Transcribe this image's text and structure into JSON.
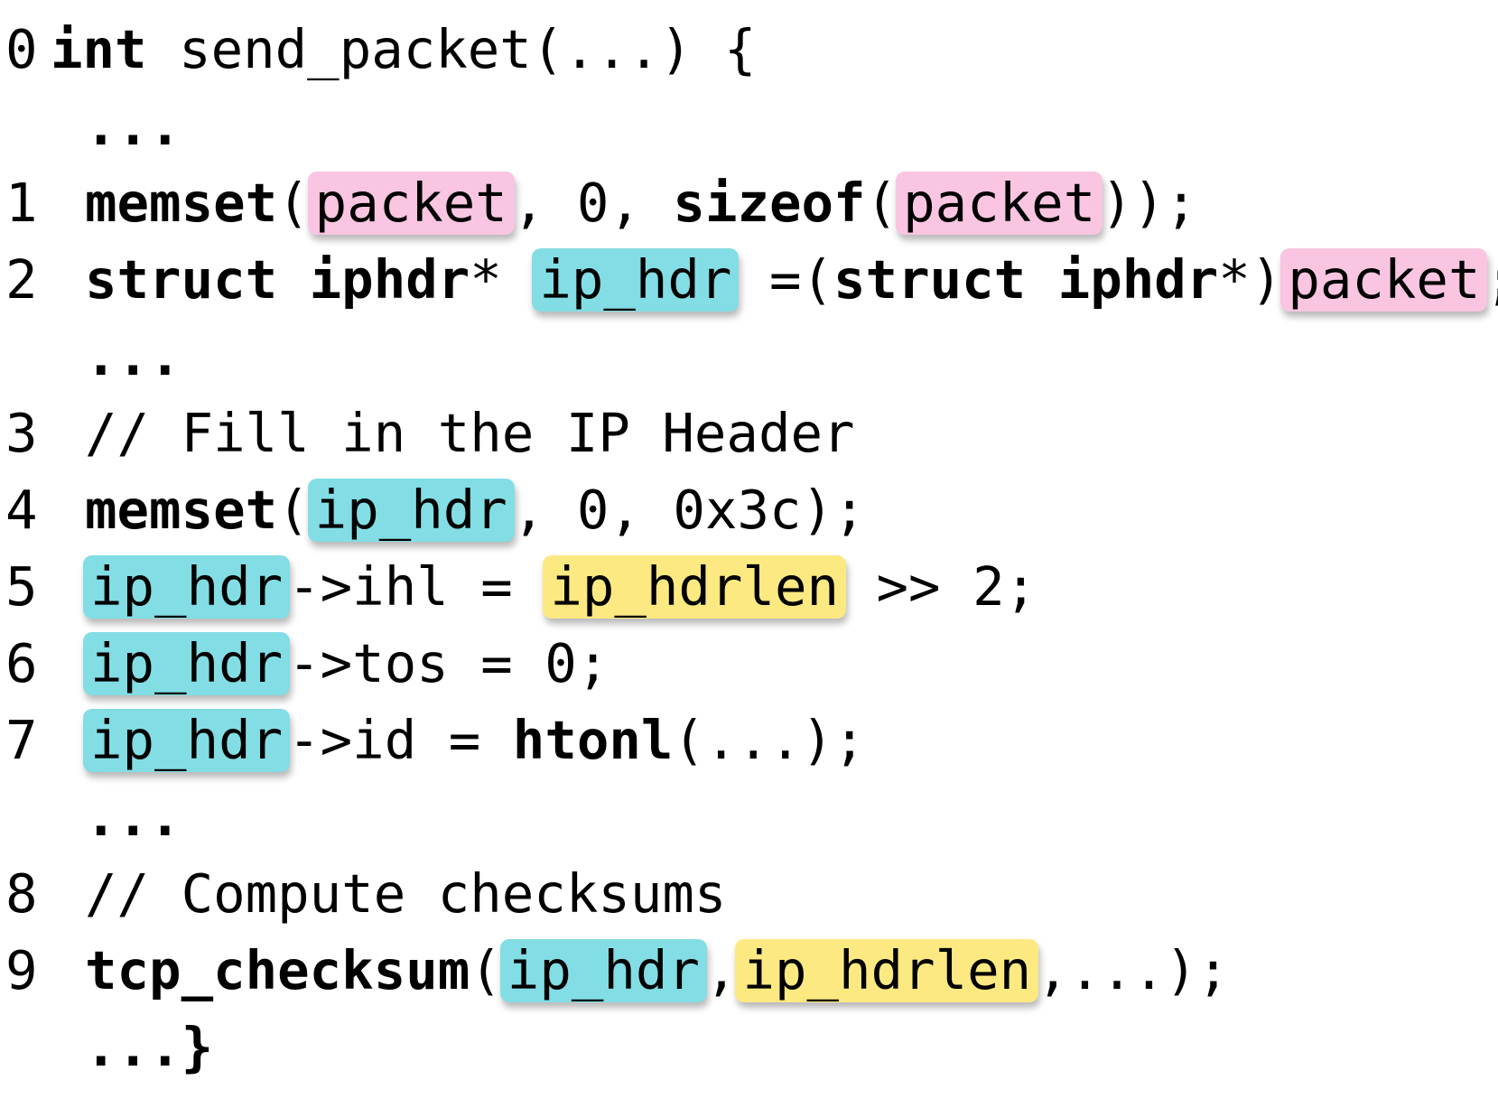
{
  "colors": {
    "pink": "#f9c5e0",
    "cyan": "#83dde4",
    "yellow": "#fde981"
  },
  "lines": [
    {
      "num": "0",
      "kind": "header",
      "kw": "int",
      "rest": " send_packet(...) {"
    },
    {
      "num": "",
      "kind": "dots",
      "text": "..."
    },
    {
      "num": "1",
      "kind": "code",
      "t": [
        "memset",
        "(",
        "packet",
        ", 0, ",
        "sizeof",
        "(",
        "packet",
        "));"
      ]
    },
    {
      "num": "2",
      "kind": "code",
      "t": [
        "struct iphdr",
        "* ",
        "ip_hdr",
        " =(",
        "struct iphdr",
        "*)",
        "packet",
        ";"
      ]
    },
    {
      "num": "",
      "kind": "dots",
      "text": "..."
    },
    {
      "num": "3",
      "kind": "comment",
      "text": "// Fill in the IP Header"
    },
    {
      "num": "4",
      "kind": "code",
      "t": [
        "memset",
        "(",
        "ip_hdr",
        ", 0, 0x3c);"
      ]
    },
    {
      "num": "5",
      "kind": "code",
      "t": [
        "ip_hdr",
        "->ihl = ",
        "ip_hdrlen",
        " >> 2;"
      ]
    },
    {
      "num": "6",
      "kind": "code",
      "t": [
        "ip_hdr",
        "->tos = 0;"
      ]
    },
    {
      "num": "7",
      "kind": "code",
      "t": [
        "ip_hdr",
        "->id = ",
        "htonl",
        "(...);"
      ]
    },
    {
      "num": "",
      "kind": "dots",
      "text": "..."
    },
    {
      "num": "8",
      "kind": "comment",
      "text": "// Compute checksums"
    },
    {
      "num": "9",
      "kind": "code",
      "t": [
        "tcp_checksum",
        "(",
        "ip_hdr",
        ",",
        "ip_hdrlen",
        ",...);"
      ]
    },
    {
      "num": "",
      "kind": "dots",
      "text": "...}"
    }
  ]
}
